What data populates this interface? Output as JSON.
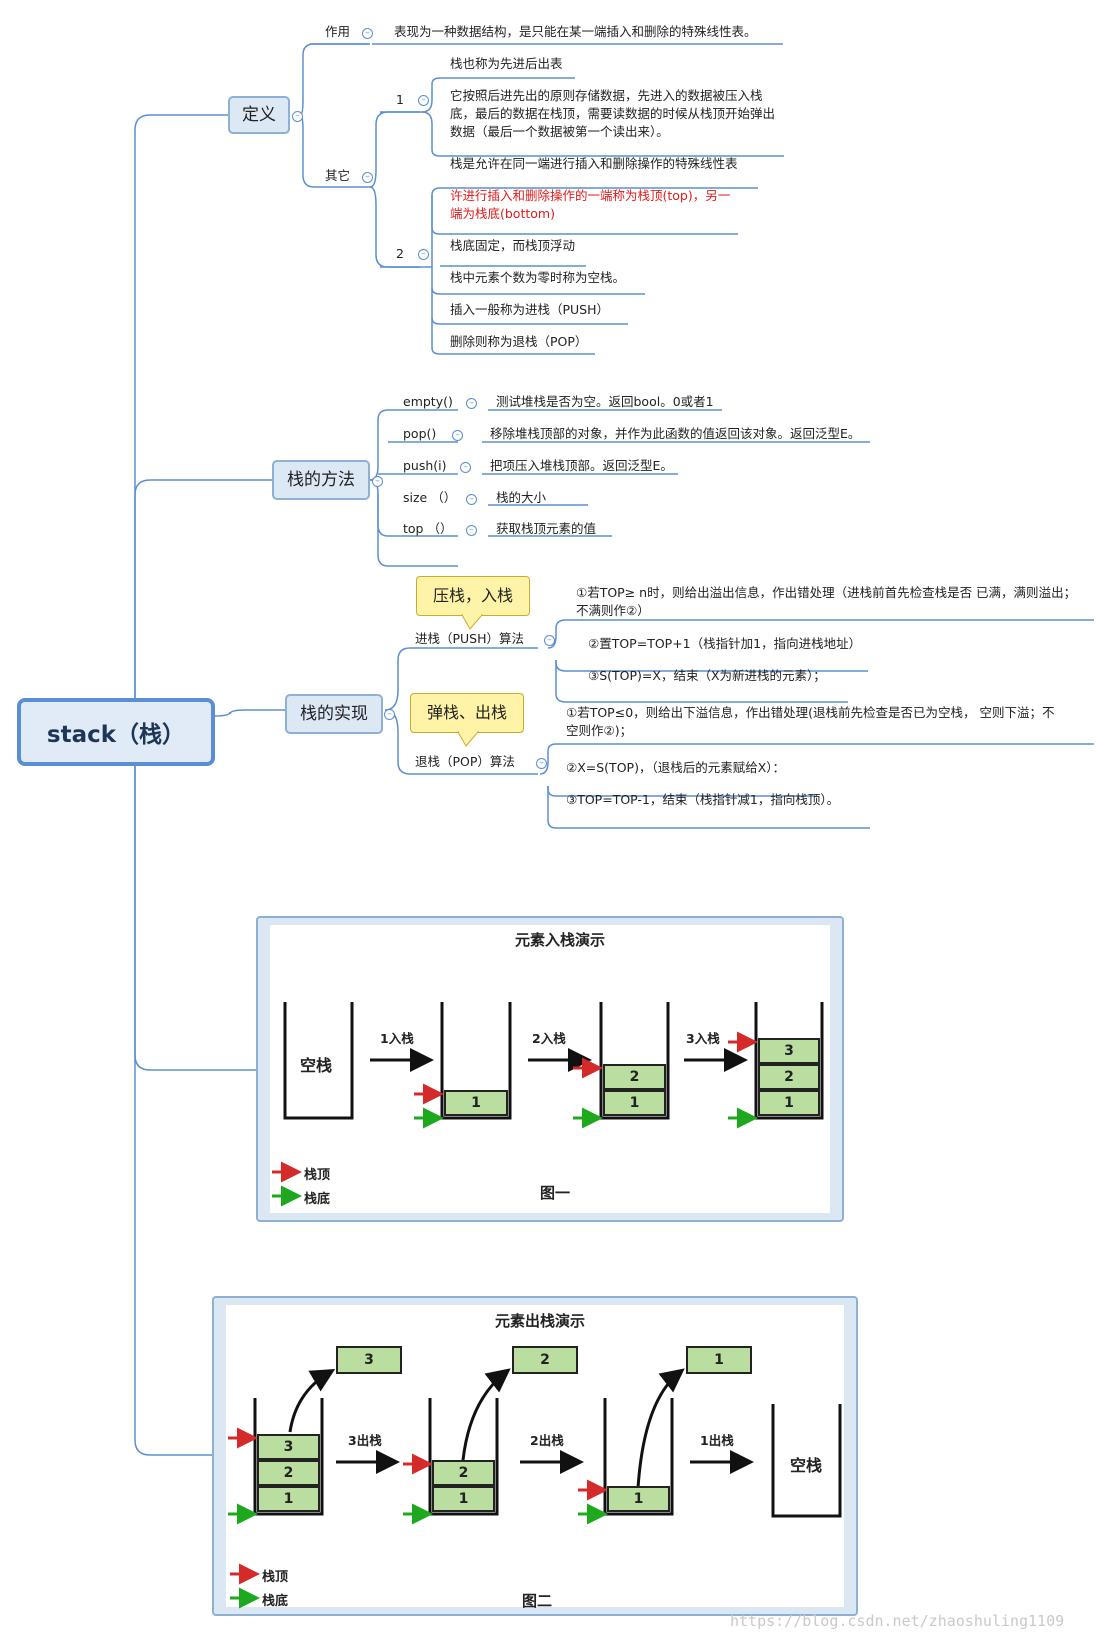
{
  "root": {
    "label": "stack（栈）"
  },
  "definition": {
    "label": "定义",
    "purpose_key": "作用",
    "purpose_text": "表现为一种数据结构，是只能在某一端插入和删除的特殊线性表。",
    "other_key": "其它",
    "group1_key": "1",
    "group1_items": [
      "栈也称为先进后出表",
      "它按照后进先出的原则存储数据，先进入的数据被压入栈底，最后的数据在栈顶，需要读数据的时候从栈顶开始弹出数据（最后一个数据被第一个读出来）。"
    ],
    "group2_key": "2",
    "group2_items": [
      "栈是允许在同一端进行插入和删除操作的特殊线性表",
      "许进行插入和删除操作的一端称为栈顶(top)，另一端为栈底(bottom)",
      "栈底固定，而栈顶浮动",
      "栈中元素个数为零时称为空栈。",
      "插入一般称为进栈（PUSH）",
      "删除则称为退栈（POP）"
    ]
  },
  "methods": {
    "label": "栈的方法",
    "items": [
      {
        "name": "empty()",
        "desc": "测试堆栈是否为空。返回bool。0或者1"
      },
      {
        "name": "pop()",
        "desc": "移除堆栈顶部的对象，并作为此函数的值返回该对象。返回泛型E。"
      },
      {
        "name": "push(i)",
        "desc": "把项压入堆栈顶部。返回泛型E。"
      },
      {
        "name": "size （）",
        "desc": "栈的大小"
      },
      {
        "name": "top （）",
        "desc": "获取栈顶元素的值"
      }
    ]
  },
  "impl": {
    "label": "栈的实现",
    "push": {
      "callout": "压栈，入栈",
      "label": "进栈（PUSH）算法",
      "steps": [
        "①若TOP≥ n时，则给出溢出信息，作出错处理（进栈前首先检查栈是否 已满，满则溢出；不满则作②）",
        "②置TOP=TOP+1（栈指针加1，指向进栈地址）",
        "③S(TOP)=X，结束（X为新进栈的元素）；"
      ]
    },
    "pop": {
      "callout": "弹栈、出栈",
      "label": "退栈（POP）算法",
      "steps": [
        "①若TOP≤0，则给出下溢信息，作出错处理(退栈前先检查是否已为空栈， 空则下溢；不空则作②)；",
        "②X=S(TOP)，（退栈后的元素赋给X）：",
        "③TOP=TOP-1，结束（栈指针减1，指向栈顶）。"
      ]
    }
  },
  "figure1": {
    "title": "元素入栈演示",
    "empty_label": "空栈",
    "steps": [
      "1入栈",
      "2入栈",
      "3入栈"
    ],
    "cells": [
      "1",
      "2",
      "3"
    ],
    "legend_top": "栈顶",
    "legend_bottom": "栈底",
    "caption": "图一"
  },
  "figure2": {
    "title": "元素出栈演示",
    "empty_label": "空栈",
    "steps": [
      "3出栈",
      "2出栈",
      "1出栈"
    ],
    "cells": [
      "1",
      "2",
      "3"
    ],
    "legend_top": "栈顶",
    "legend_bottom": "栈底",
    "caption": "图二"
  },
  "watermark": "https://blog.csdn.net/zhaoshuling1109",
  "colors": {
    "line": "#5b8fd1",
    "node_fill": "#dde8f5",
    "cell_fill": "#b9dea0",
    "callout_fill": "#fff3a8",
    "top_arrow": "#d42a2a",
    "bottom_arrow": "#1ea81e",
    "highlight_text": "#e41b1b"
  }
}
